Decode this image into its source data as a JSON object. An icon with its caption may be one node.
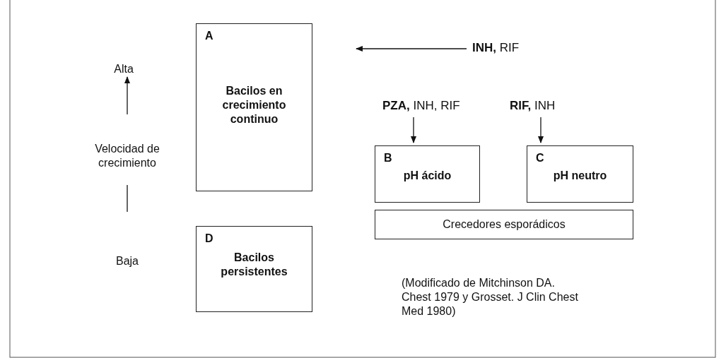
{
  "diagram": {
    "nodes": [
      {
        "text": [
          "A",
          "Bacilos en crecimiento continuo"
        ]
      },
      {
        "text": [
          "**INH,** RIF"
        ]
      },
      {
        "text": [
          "**PZA,** INH, RIF"
        ]
      },
      {
        "text": [
          "**RIF,** INH"
        ]
      },
      {
        "text": [
          "B",
          "pH ácido"
        ]
      },
      {
        "text": [
          "C",
          "pH neutro"
        ]
      },
      {
        "text": [
          "Crecedores esporádicos"
        ]
      },
      {
        "text": [
          "D",
          "Bacilos persistentes"
        ]
      }
    ],
    "edges": [
      {
        "from": 1,
        "to": 0,
        "arrow": "to"
      },
      {
        "from": 2,
        "to": 4,
        "arrow": "to"
      },
      {
        "from": 3,
        "to": 5,
        "arrow": "to"
      }
    ],
    "labels": [
      "Alta",
      "Velocidad de crecimiento",
      "Baja",
      "(Modificado de Mitchinson DA. Chest 1979 y Grosset. J Clin Chest Med 1980)"
    ]
  }
}
